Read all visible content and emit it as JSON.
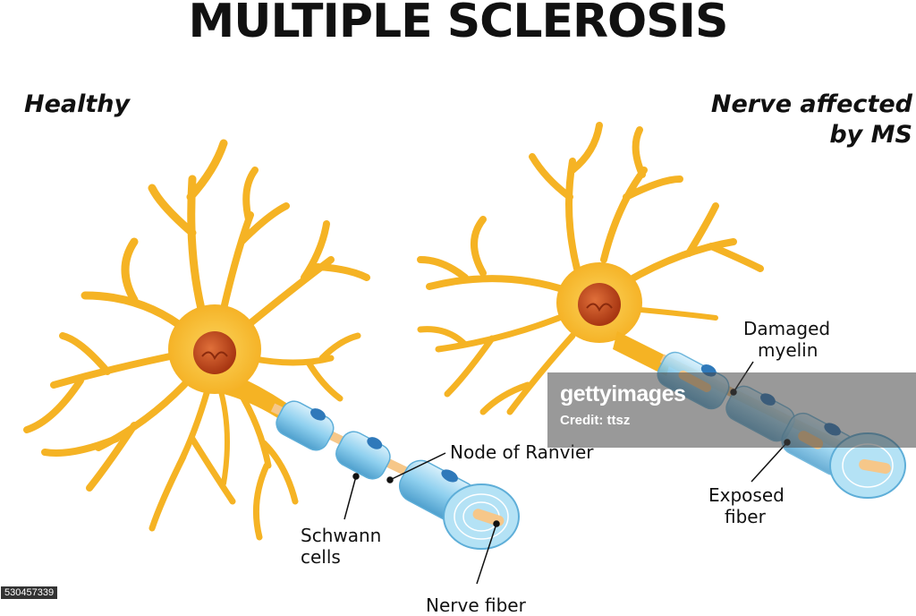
{
  "title": "MULTIPLE SCLEROSIS",
  "panels": {
    "healthy": "Healthy",
    "ms_line1": "Nerve affected",
    "ms_line2": "by MS"
  },
  "labels": {
    "node_of_ranvier": "Node of Ranvier",
    "schwann_line1": "Schwann",
    "schwann_line2": "cells",
    "nerve_fiber": "Nerve fiber",
    "damaged_line1": "Damaged",
    "damaged_line2": "myelin",
    "exposed_line1": "Exposed",
    "exposed_line2": "fiber"
  },
  "watermark": {
    "logo": "gettyimages",
    "credit": "Credit: ttsz"
  },
  "stock_id": "530457339",
  "colors": {
    "neuron": "#f5b324",
    "nucleus": "#c0441c",
    "myelin": "#9fd6ef",
    "myelin_dark": "#4e9fcd",
    "schwann_nucleus": "#2f79ba",
    "fiber": "#f6c789"
  }
}
